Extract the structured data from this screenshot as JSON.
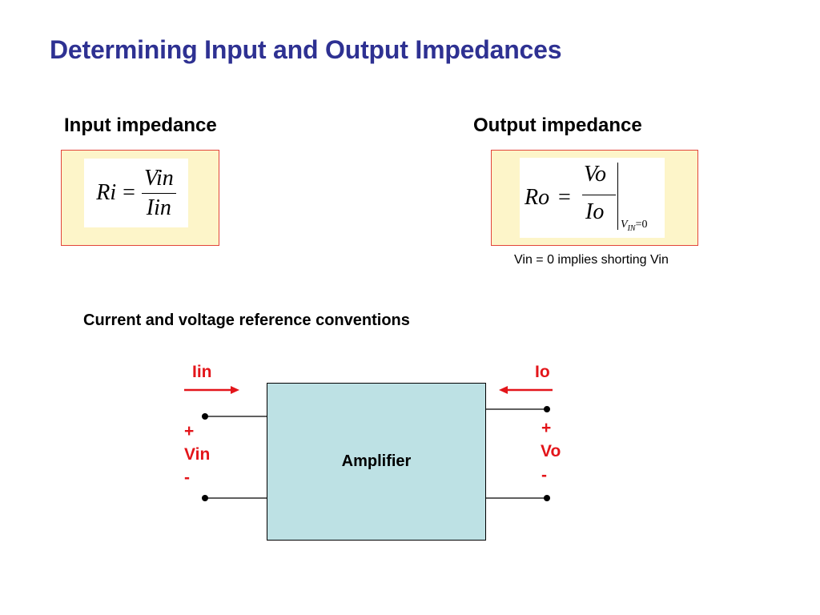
{
  "title": "Determining Input and Output Impedances",
  "input_section": {
    "heading": "Input impedance",
    "formula": {
      "lhs": "Ri",
      "eq": "=",
      "numerator": "Vin",
      "denominator": "Iin"
    }
  },
  "output_section": {
    "heading": "Output impedance",
    "formula": {
      "lhs": "Ro",
      "eq": "=",
      "numerator": "Vo",
      "denominator": "Io",
      "condition_var": "V",
      "condition_sub": "IN",
      "condition_val": "=0"
    },
    "note": "Vin = 0 implies shorting Vin"
  },
  "diagram": {
    "heading": "Current and voltage reference conventions",
    "block_label": "Amplifier",
    "input_current": "Iin",
    "output_current": "Io",
    "input_voltage": {
      "plus": "+",
      "name": "Vin",
      "minus": "-"
    },
    "output_voltage": {
      "plus": "+",
      "name": "Vo",
      "minus": "-"
    },
    "colors": {
      "title": "#2e3192",
      "labels": "#e3151a",
      "amplifier": "#bde1e4",
      "formula_bg": "#fdf5c9"
    }
  }
}
